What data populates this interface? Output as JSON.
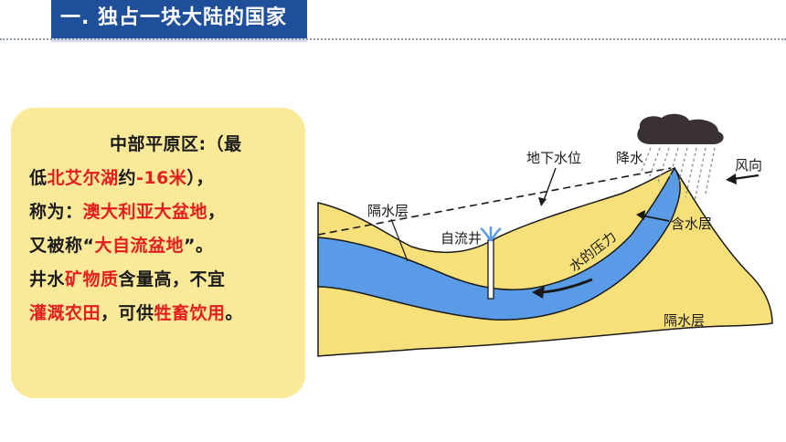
{
  "header": {
    "title": "一. 独占一块大陆的国家"
  },
  "card": {
    "line1": {
      "text": "中部平原区:（最"
    },
    "line2": {
      "a": "低",
      "b": "北艾尔湖",
      "c": "约",
      "d": "-16米",
      "e": "），"
    },
    "line3": {
      "a": "称为：",
      "b": "澳大利亚大盆地",
      "c": "，"
    },
    "line4": {
      "a": "又被称“",
      "b": "大自流盆地",
      "c": "”。"
    },
    "line5": {
      "a": "井水",
      "b": "矿物质",
      "c": "含量高，不宜"
    },
    "line6": {
      "a": "灌溉农田",
      "b": "，可供",
      "c": "牲畜饮用",
      "d": "。"
    }
  },
  "diagram": {
    "labels": {
      "groundwater_level": "地下水位",
      "precipitation": "降水",
      "wind_direction": "风向",
      "aquiclude_top": "隔水层",
      "aquifer": "含水层",
      "artesian_well": "自流井",
      "water_pressure": "水的压力",
      "aquiclude_bottom": "隔水层"
    },
    "colors": {
      "aquiclude": "#f7e07a",
      "aquifer": "#5a9be8",
      "cloud": "#3a3232",
      "outline": "#1a1a1a"
    }
  }
}
